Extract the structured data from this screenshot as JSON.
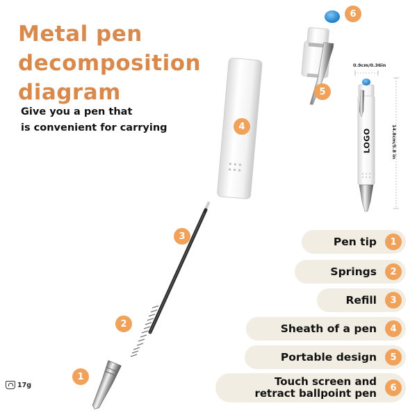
{
  "title": {
    "line1": "Metal pen",
    "line2": "decomposition",
    "line3": "diagram"
  },
  "subtitle": {
    "line1": "Give you a pen that",
    "line2": "is convenient for carrying"
  },
  "callouts": [
    "1",
    "2",
    "3",
    "4",
    "5",
    "6"
  ],
  "legend": [
    {
      "num": "1",
      "label": "Pen tip"
    },
    {
      "num": "2",
      "label": "Springs"
    },
    {
      "num": "3",
      "label": "Refill"
    },
    {
      "num": "4",
      "label": "Sheath of a pen"
    },
    {
      "num": "5",
      "label": "Portable design"
    },
    {
      "num": "6",
      "label_line1": "Touch screen and",
      "label_line2": "retract ballpoint pen"
    }
  ],
  "dimensions": {
    "width": "0.9cm/0.36in",
    "length": "14.8cm/5.8 in"
  },
  "logo": "LOGO",
  "weight": "17g",
  "colors": {
    "accent": "#f0a15a",
    "title": "#d9894b",
    "pill_bg": "#f1ede2",
    "stylus_tip": "#2d8fd6"
  },
  "icons": [
    "scale-icon"
  ]
}
